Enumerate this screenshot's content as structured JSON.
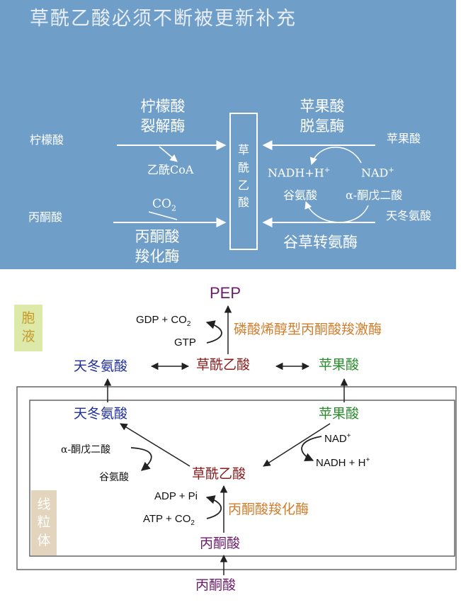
{
  "top_panel": {
    "title": "草酰乙酸必须不断被更新补充",
    "enzyme_citrate_lyase": [
      "柠檬酸",
      "裂解酶"
    ],
    "citrate": "柠檬酸",
    "acetyl_coa": "乙酰CoA",
    "co2": "CO",
    "co2_sub": "2",
    "pyruvate": "丙酮酸",
    "enzyme_pyruvate_carboxylase": [
      "丙酮酸",
      "羧化酶"
    ],
    "oaa_vertical": [
      "草",
      "酰",
      "乙",
      "酸"
    ],
    "enzyme_malate_dh": [
      "苹果酸",
      "脱氢酶"
    ],
    "malate": "苹果酸",
    "nadh": "NADH+H",
    "nadh_sup": "+",
    "nad": "NAD",
    "nad_sup": "+",
    "glutamate": "谷氨酸",
    "akg": "α-酮戊二酸",
    "aspartate": "天冬氨酸",
    "enzyme_transaminase": "谷草转氨酶"
  },
  "bottom_panel": {
    "pep": "PEP",
    "gdp": "GDP + CO",
    "gdp_sub": "2",
    "gtp": "GTP",
    "enzyme_pepck": "磷酸烯醇型丙酮酸羧激酶",
    "cytosol_label": [
      "胞",
      "液"
    ],
    "cyto_aspartate": "天冬氨酸",
    "cyto_oaa": "草酰乙酸",
    "cyto_malate": "苹果酸",
    "mito_aspartate": "天冬氨酸",
    "mito_malate": "苹果酸",
    "akg": "α-酮戊二酸",
    "glutamate": "谷氨酸",
    "nad": "NAD",
    "nad_sup": "+",
    "nadh": "NADH + H",
    "nadh_sup": "+",
    "mito_oaa": "草酰乙酸",
    "adp": "ADP + Pi",
    "atp": "ATP + CO",
    "atp_sub": "2",
    "enzyme_pc": "丙酮酸羧化酶",
    "mito_pyruvate": "丙酮酸",
    "mito_label": [
      "线",
      "粒",
      "体"
    ],
    "pyruvate_in": "丙酮酸"
  },
  "colors": {
    "top_bg": "#6f9fc9",
    "pep": "#6b1c6b",
    "enzyme": "#d07d2c",
    "aspartate": "#1f2f9a",
    "oaa": "#8b1a1a",
    "malate": "#2b8a2b",
    "pyruvate": "#6b1c6b",
    "cytosol_tag": "#dce9a8",
    "mito_tag": "#e3d5bd"
  }
}
